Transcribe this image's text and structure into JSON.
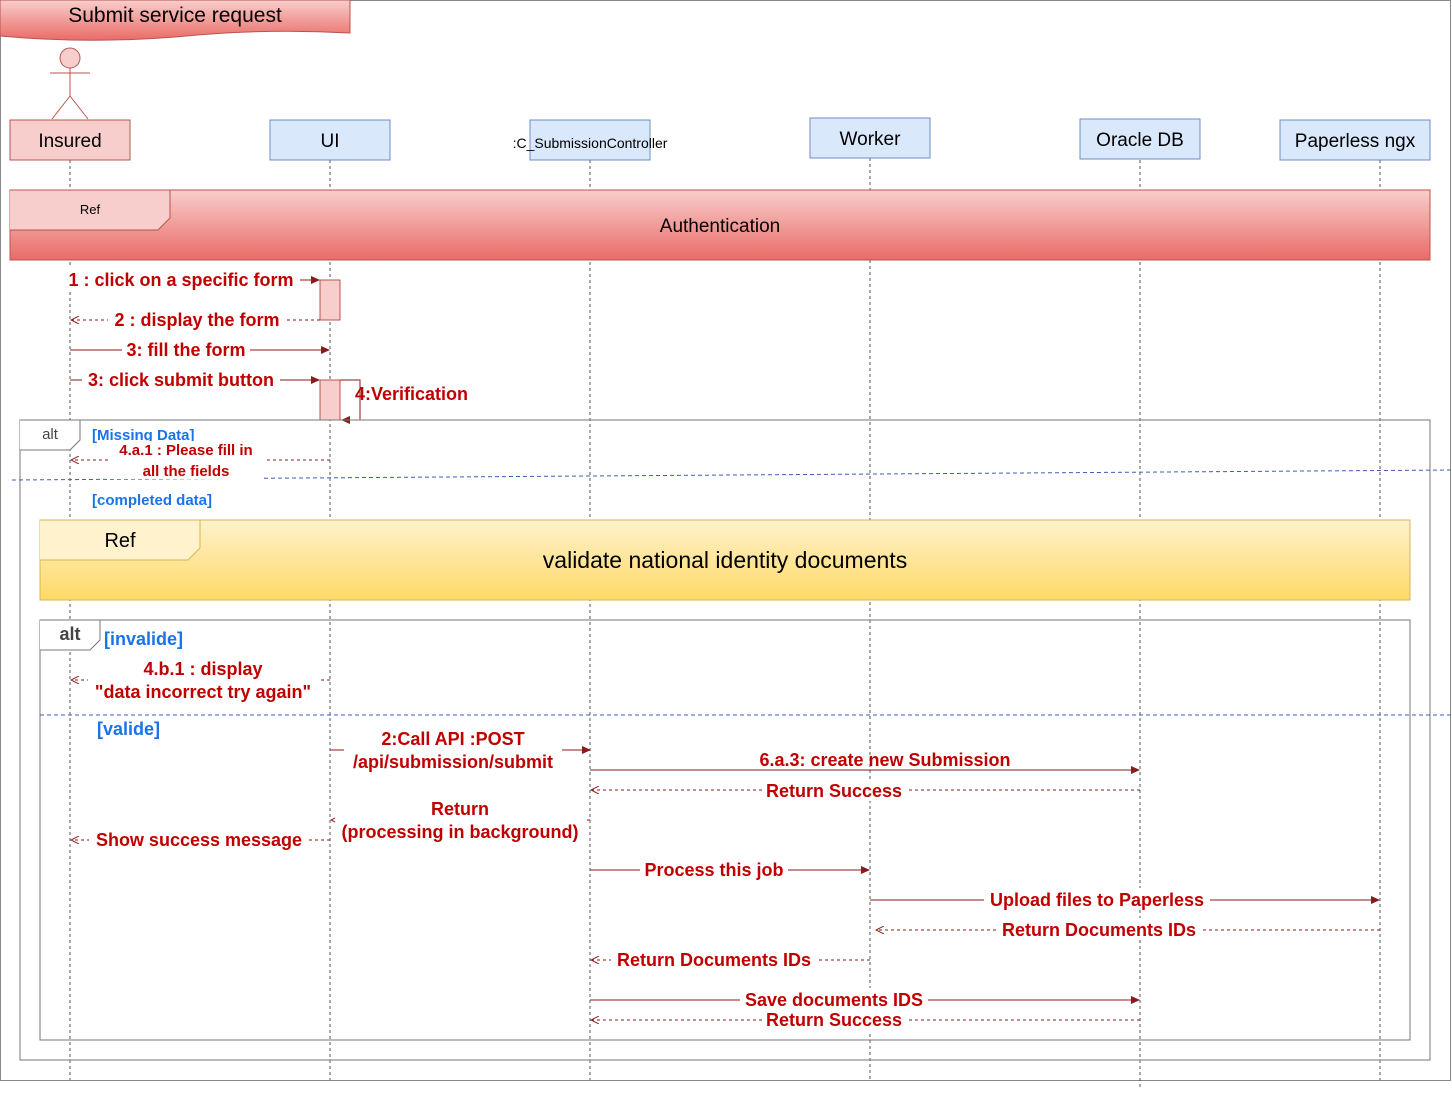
{
  "title": "Submit service request",
  "participants": [
    {
      "id": "insured",
      "label": "Insured",
      "kind": "actor"
    },
    {
      "id": "ui",
      "label": "UI",
      "kind": "box"
    },
    {
      "id": "controller",
      "label": ":C_SubmissionController",
      "kind": "box"
    },
    {
      "id": "worker",
      "label": "Worker",
      "kind": "box"
    },
    {
      "id": "oracle",
      "label": "Oracle DB",
      "kind": "box"
    },
    {
      "id": "paperless",
      "label": "Paperless ngx",
      "kind": "box"
    }
  ],
  "ref_authentication": {
    "tag": "Ref",
    "label": "Authentication"
  },
  "ref_validate": {
    "tag": "Ref",
    "label": "validate national identity documents"
  },
  "messages": {
    "m1": "1 : click on a specific form",
    "m2": "2 : display the form",
    "m3": "3: fill the form",
    "m4": "3: click submit button",
    "m5": "4:Verification",
    "m6_line1": "4.a.1 : Please fill in",
    "m6_line2": "all the fields",
    "m7_line1": "4.b.1 : display",
    "m7_line2": "\"data incorrect try again\"",
    "m8_line1": "2:Call API :POST",
    "m8_line2": "/api/submission/submit",
    "m9": "6.a.3: create new Submission",
    "m10": "Return Success",
    "m11_line1": "Return",
    "m11_line2": "(processing in background)",
    "m12": "Show success message",
    "m13": "Process this job",
    "m14": "Upload files to Paperless",
    "m15": "Return Documents IDs",
    "m16": "Return Documents IDs",
    "m17": "Save documents IDS",
    "m18": "Return Success"
  },
  "fragments": {
    "outer_alt": {
      "keyword": "alt",
      "guard1": "[Missing Data]",
      "guard2": "[completed data]"
    },
    "inner_alt": {
      "keyword": "alt",
      "guard1": "[invalide]",
      "guard2": "[valide]"
    }
  },
  "colors": {
    "message": "#c00000",
    "guard": "#1a73e8",
    "actor_fill": "#f8cecc",
    "actor_stroke": "#b85450",
    "box_fill": "#dae8fc",
    "box_stroke": "#6c8ebf"
  }
}
